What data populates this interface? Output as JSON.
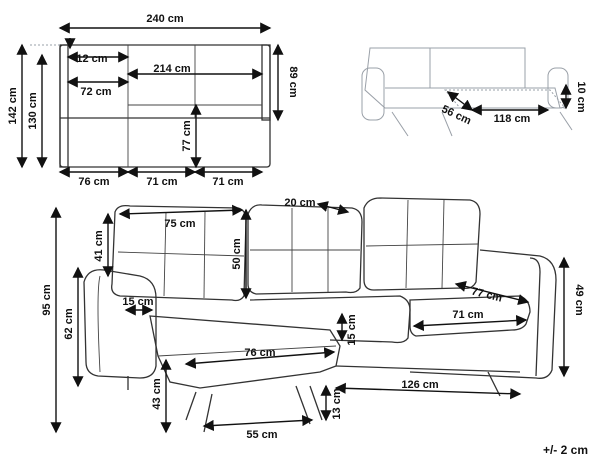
{
  "top_view": {
    "overall_width": "240 cm",
    "arm_inner": "12 cm",
    "seat_width": "214 cm",
    "chaise_width": "72 cm",
    "back_depth": "89 cm",
    "overall_depth": "142 cm",
    "chaise_inner_depth": "130 cm",
    "seat_depth": "77 cm",
    "section_left": "76 cm",
    "section_mid": "71 cm",
    "section_right": "71 cm"
  },
  "sketch_view": {
    "leg_length": "56 cm",
    "bed_length": "118 cm",
    "bed_height": "10 cm"
  },
  "front_view": {
    "cushion_gap": "20 cm",
    "back_cushion_width": "75 cm",
    "back_cushion_height": "50 cm",
    "back_top": "41 cm",
    "total_height": "95 cm",
    "arm_height": "62 cm",
    "arm_width": "15 cm",
    "seat_cushion_depth": "77 cm",
    "seat_cushion_width": "71 cm",
    "seat_cushion_height": "15 cm",
    "right_arm_height": "49 cm",
    "chaise_front_width": "76 cm",
    "seat_height": "43 cm",
    "base_width": "126 cm",
    "leg_height": "13 cm",
    "leg_span": "55 cm"
  },
  "tolerance": "+/- 2 cm"
}
